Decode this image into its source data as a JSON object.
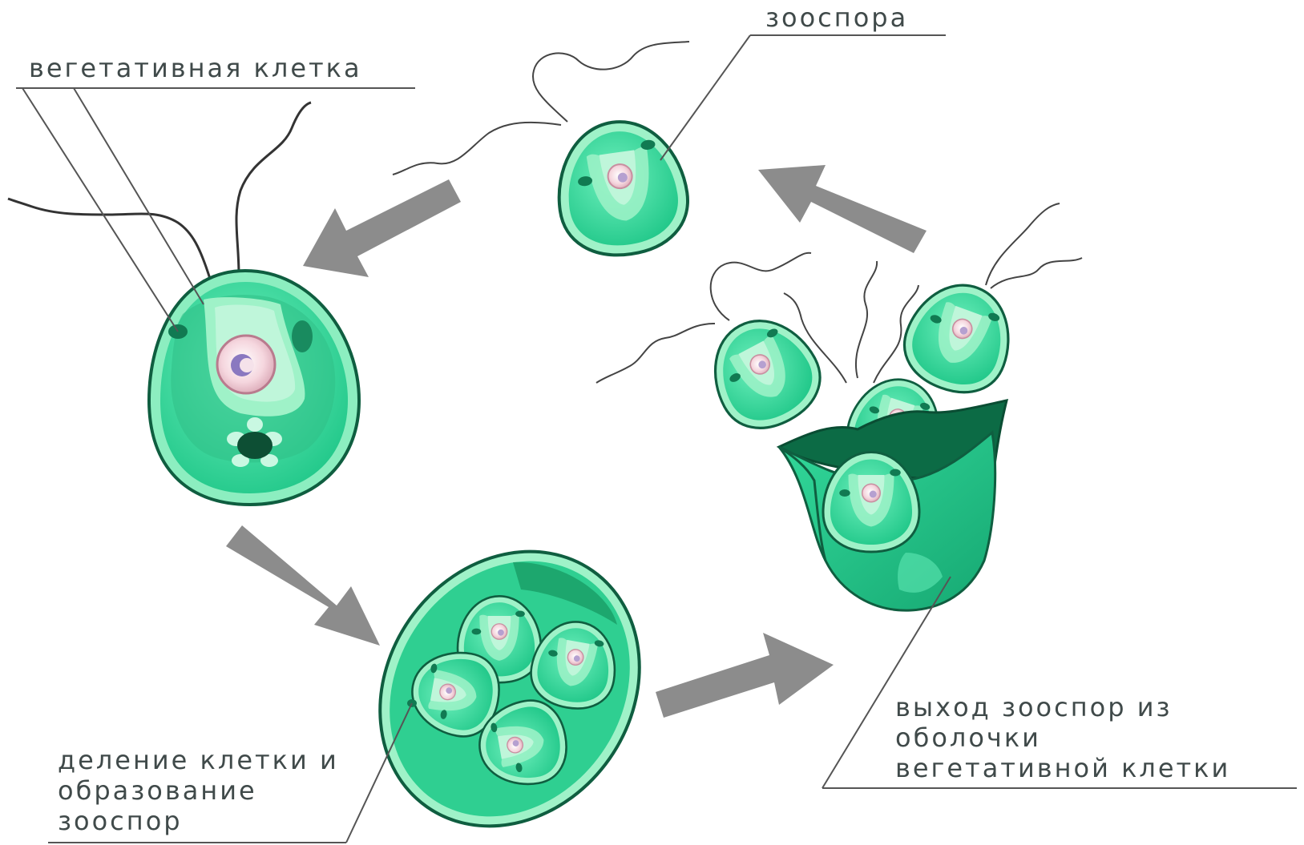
{
  "labels": {
    "vegetative_cell": "вегетативная клетка",
    "zoospore": "зооспора",
    "division": [
      "деление клетки и",
      "образование",
      "зооспор"
    ],
    "exit": [
      "выход зооспор из",
      "оболочки",
      "вегетативной клетки"
    ]
  },
  "colors": {
    "cell_fill": "#3fe0a6",
    "cell_light": "#9ff2c8",
    "cell_dark": "#1f9c6d",
    "outline": "#0f5e40",
    "arrow": "#8c8c8c",
    "label_text": "#404a4a",
    "leader_line": "#555555"
  }
}
